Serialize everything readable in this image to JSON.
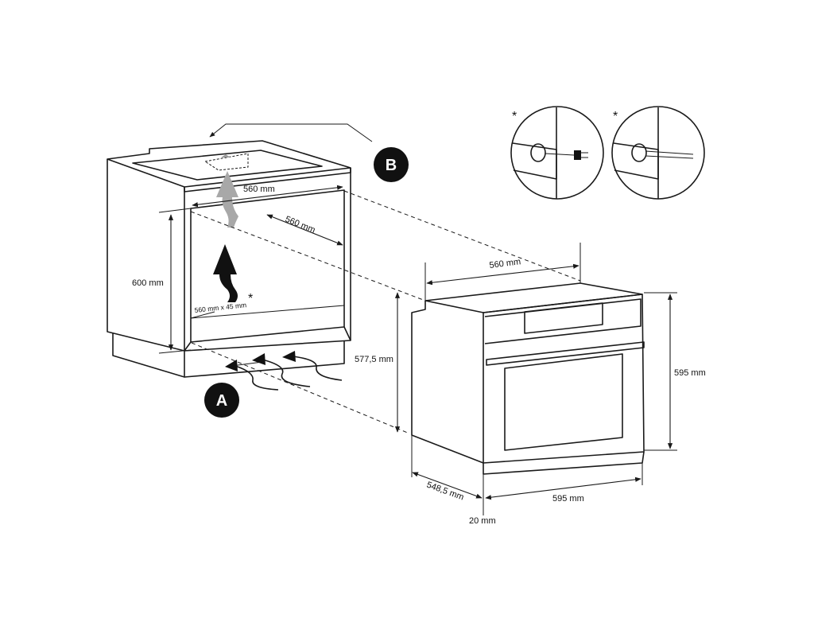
{
  "labels": {
    "cabinet_width": "560 mm",
    "cabinet_depth": "560 mm",
    "cabinet_height": "600 mm",
    "vent_opening": "560 mm x 45 mm",
    "oven_top_width": "560 mm",
    "oven_height": "577,5 mm",
    "oven_front_height": "595 mm",
    "oven_depth": "548,5 mm",
    "oven_front_width": "595 mm",
    "front_thickness": "20 mm",
    "asterisk": "*"
  },
  "badges": {
    "a": "A",
    "b": "B"
  }
}
